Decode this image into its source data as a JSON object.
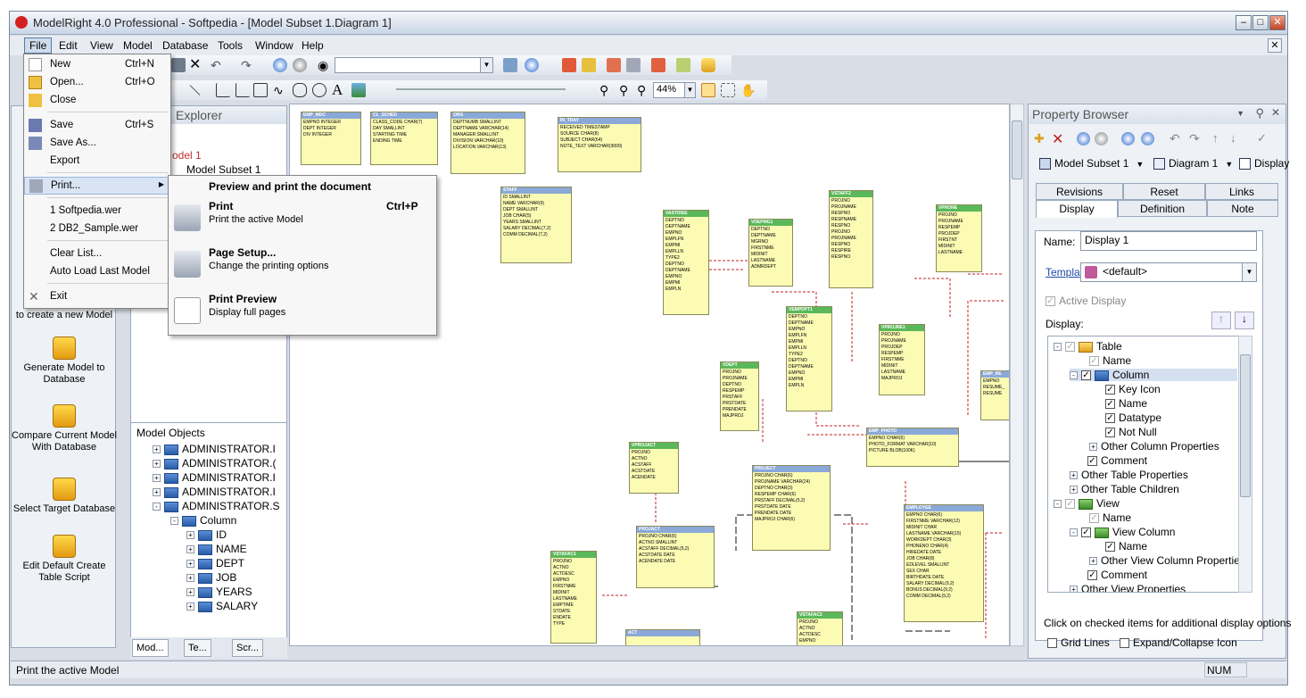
{
  "window": {
    "title": "ModelRight 4.0 Professional - Softpedia - [Model Subset 1.Diagram 1]"
  },
  "menubar": [
    "File",
    "Edit",
    "View",
    "Model",
    "Database",
    "Tools",
    "Window",
    "Help"
  ],
  "toolbar": {
    "zoom": "44%"
  },
  "file_menu": {
    "items": [
      {
        "label": "New",
        "shortcut": "Ctrl+N"
      },
      {
        "label": "Open...",
        "shortcut": "Ctrl+O"
      },
      {
        "label": "Close",
        "shortcut": ""
      },
      {
        "label": "Save",
        "shortcut": "Ctrl+S"
      },
      {
        "label": "Save As...",
        "shortcut": ""
      },
      {
        "label": "Export",
        "shortcut": ""
      },
      {
        "label": "Print...",
        "shortcut": ""
      },
      {
        "label": "1 Softpedia.wer",
        "shortcut": ""
      },
      {
        "label": "2 DB2_Sample.wer",
        "shortcut": ""
      },
      {
        "label": "Clear List...",
        "shortcut": ""
      },
      {
        "label": "Auto Load Last Model",
        "shortcut": ""
      },
      {
        "label": "Exit",
        "shortcut": ""
      }
    ]
  },
  "print_submenu": {
    "header": "Preview and print the document",
    "items": [
      {
        "title": "Print",
        "desc": "Print the active Model",
        "shortcut": "Ctrl+P"
      },
      {
        "title": "Page Setup...",
        "desc": "Change the printing options",
        "shortcut": ""
      },
      {
        "title": "Print Preview",
        "desc": "Display full pages",
        "shortcut": ""
      }
    ]
  },
  "left_panel": {
    "items": [
      {
        "label": "to create a new Model"
      },
      {
        "label": "Generate Model to Database"
      },
      {
        "label": "Compare Current Model With Database"
      },
      {
        "label": "Select Target Database"
      },
      {
        "label": "Edit Default Create Table Script"
      }
    ]
  },
  "explorer": {
    "title": "Explorer",
    "tree": [
      "odel 1",
      "Model Subset 1"
    ],
    "model_objects_title": "Model Objects",
    "objects": [
      "ADMINISTRATOR.I",
      "ADMINISTRATOR.(",
      "ADMINISTRATOR.I",
      "ADMINISTRATOR.I",
      "ADMINISTRATOR.S"
    ],
    "column_label": "Column",
    "columns": [
      "ID",
      "NAME",
      "DEPT",
      "JOB",
      "YEARS",
      "SALARY"
    ],
    "tabs": [
      "Mod...",
      "Te...",
      "Scr..."
    ]
  },
  "property_browser": {
    "title": "Property Browser",
    "breadcrumb": [
      "Model Subset 1",
      "Diagram 1",
      "Display"
    ],
    "tabs_row1": [
      "Revisions",
      "Reset",
      "Links"
    ],
    "tabs_row2": [
      "Display",
      "Definition",
      "Note"
    ],
    "name_label": "Name:",
    "name_value": "Display 1",
    "template_label": "Templa",
    "template_value": "<default>",
    "active_display": "Active Display",
    "display_label": "Display:",
    "tree": [
      {
        "label": "Table",
        "indent": 0
      },
      {
        "label": "Name",
        "indent": 1
      },
      {
        "label": "Column",
        "indent": 1
      },
      {
        "label": "Key Icon",
        "indent": 2
      },
      {
        "label": "Name",
        "indent": 2
      },
      {
        "label": "Datatype",
        "indent": 2
      },
      {
        "label": "Not Null",
        "indent": 2
      },
      {
        "label": "Other Column Properties",
        "indent": 2
      },
      {
        "label": "Comment",
        "indent": 1
      },
      {
        "label": "Other Table Properties",
        "indent": 1
      },
      {
        "label": "Other Table Children",
        "indent": 1
      },
      {
        "label": "View",
        "indent": 0
      },
      {
        "label": "Name",
        "indent": 1
      },
      {
        "label": "View Column",
        "indent": 1
      },
      {
        "label": "Name",
        "indent": 2
      },
      {
        "label": "Other View Column Properties",
        "indent": 2
      },
      {
        "label": "Comment",
        "indent": 1
      },
      {
        "label": "Other View Properties",
        "indent": 1
      }
    ],
    "hint": "Click on checked items for additional display options",
    "grid_lines": "Grid Lines",
    "expand_icon": "Expand/Collapse Icon"
  },
  "diagram": {
    "entities": [
      "EMP_MDC",
      "CL_SCHED",
      "ORG",
      "IN_TRAY",
      "STAFF",
      "VASTIDEE",
      "VDEPMG1",
      "VSTAFF2",
      "VPHONE",
      "VEMPDPT1",
      "VDEPT",
      "VPROJRE1",
      "EMP_PHOTO",
      "VPROJACT",
      "PROJECT",
      "EMPLOYEE",
      "PROJACT",
      "VSTAFAC1",
      "VSTAFAC2",
      "ACT"
    ]
  },
  "statusbar": {
    "text": "Print the active Model",
    "num": "NUM"
  }
}
